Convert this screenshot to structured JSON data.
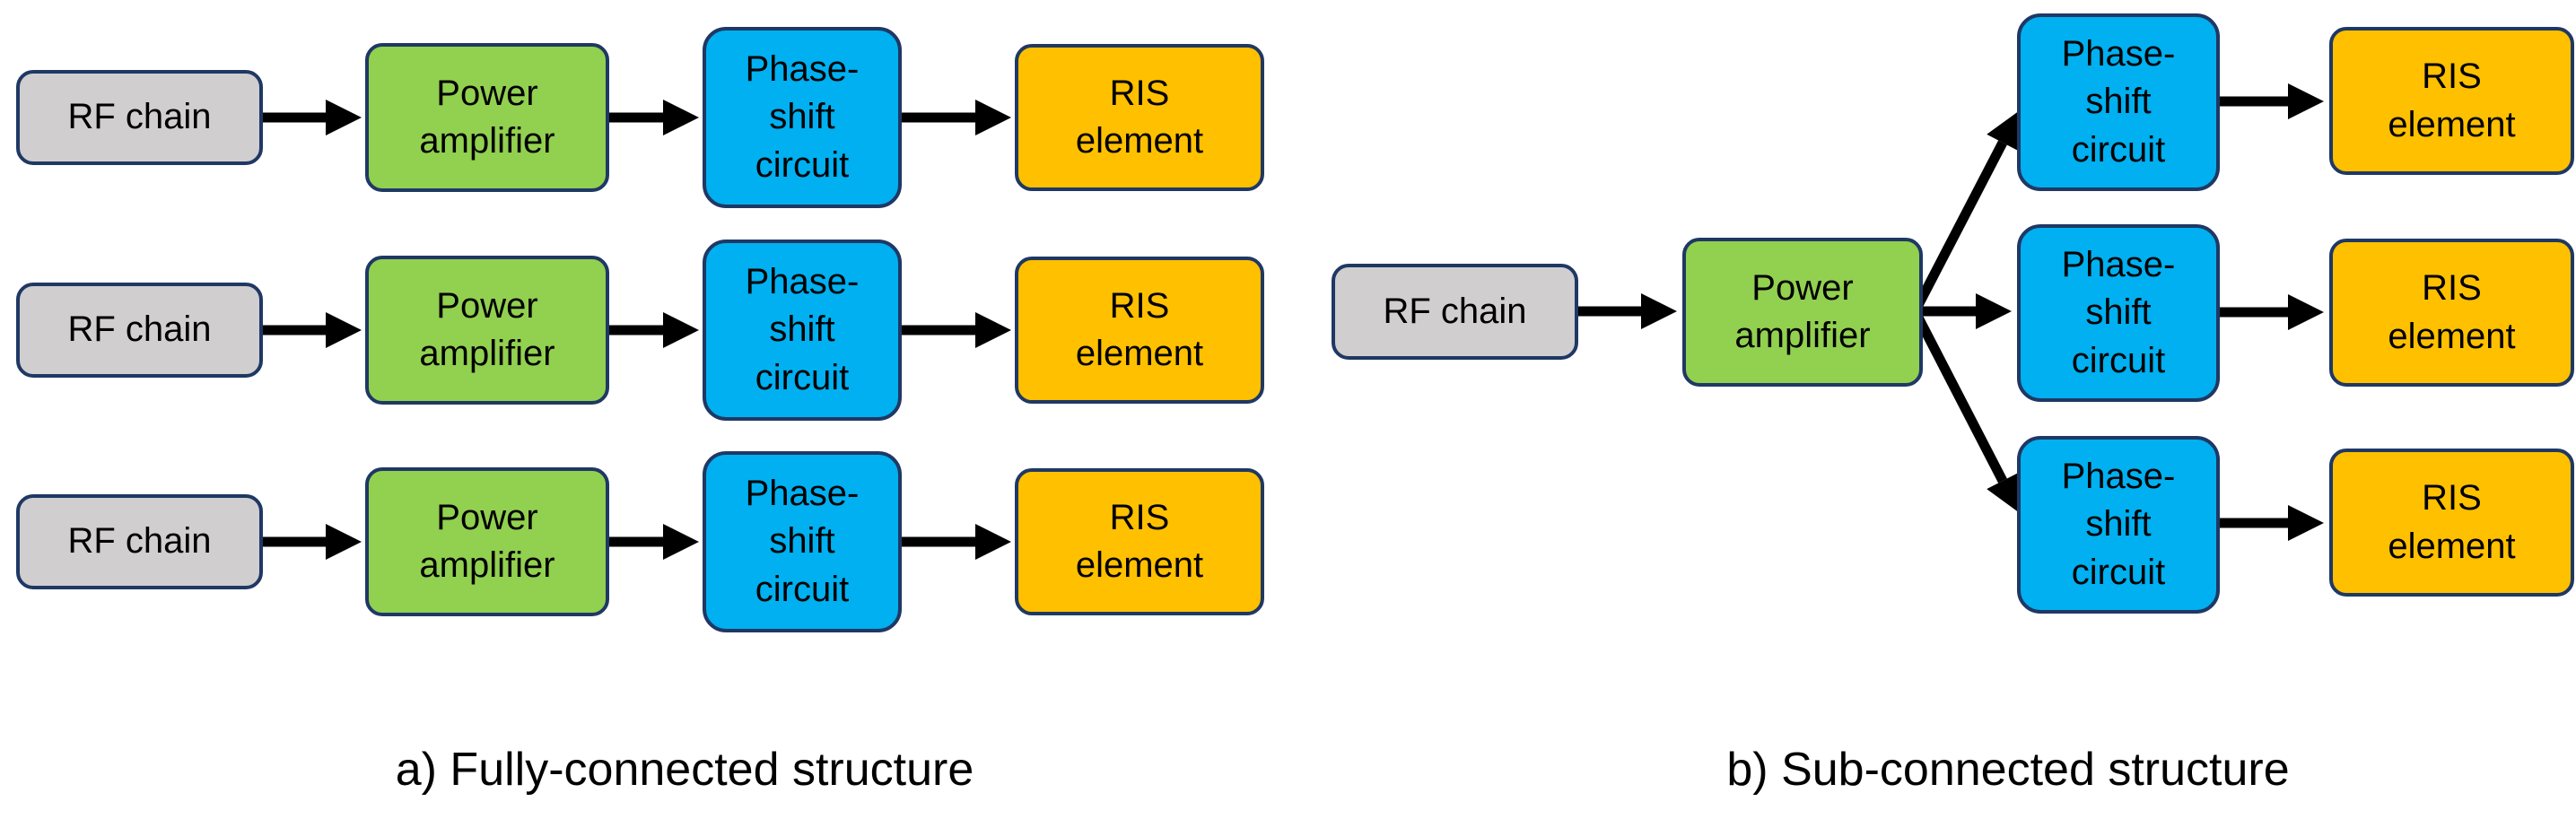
{
  "labels": {
    "rf_chain": "RF chain",
    "power_amplifier": "Power\namplifier",
    "phase_shift_circuit": "Phase-\nshift\ncircuit",
    "ris_element": "RIS\nelement"
  },
  "captions": {
    "left": "a) Fully-connected structure",
    "right": "b) Sub-connected structure"
  },
  "structure": {
    "left_panel": {
      "name": "Fully-connected structure",
      "chains": 3,
      "chain_flow": [
        "RF chain",
        "Power amplifier",
        "Phase-shift circuit",
        "RIS element"
      ]
    },
    "right_panel": {
      "name": "Sub-connected structure",
      "rf_chains": 1,
      "power_amplifiers": 1,
      "phase_shift_circuits": 3,
      "ris_elements": 3,
      "flow": "RF chain -> Power amplifier -> 3x (Phase-shift circuit -> RIS element)"
    }
  },
  "colors": {
    "background": "#ffffff",
    "rf_chain_fill": "#d0cece",
    "power_amplifier_fill": "#92d050",
    "phase_shift_fill": "#00b0f0",
    "ris_element_fill": "#ffc000",
    "box_border": "#1f3864",
    "arrow": "#000000",
    "text": "#000000"
  }
}
